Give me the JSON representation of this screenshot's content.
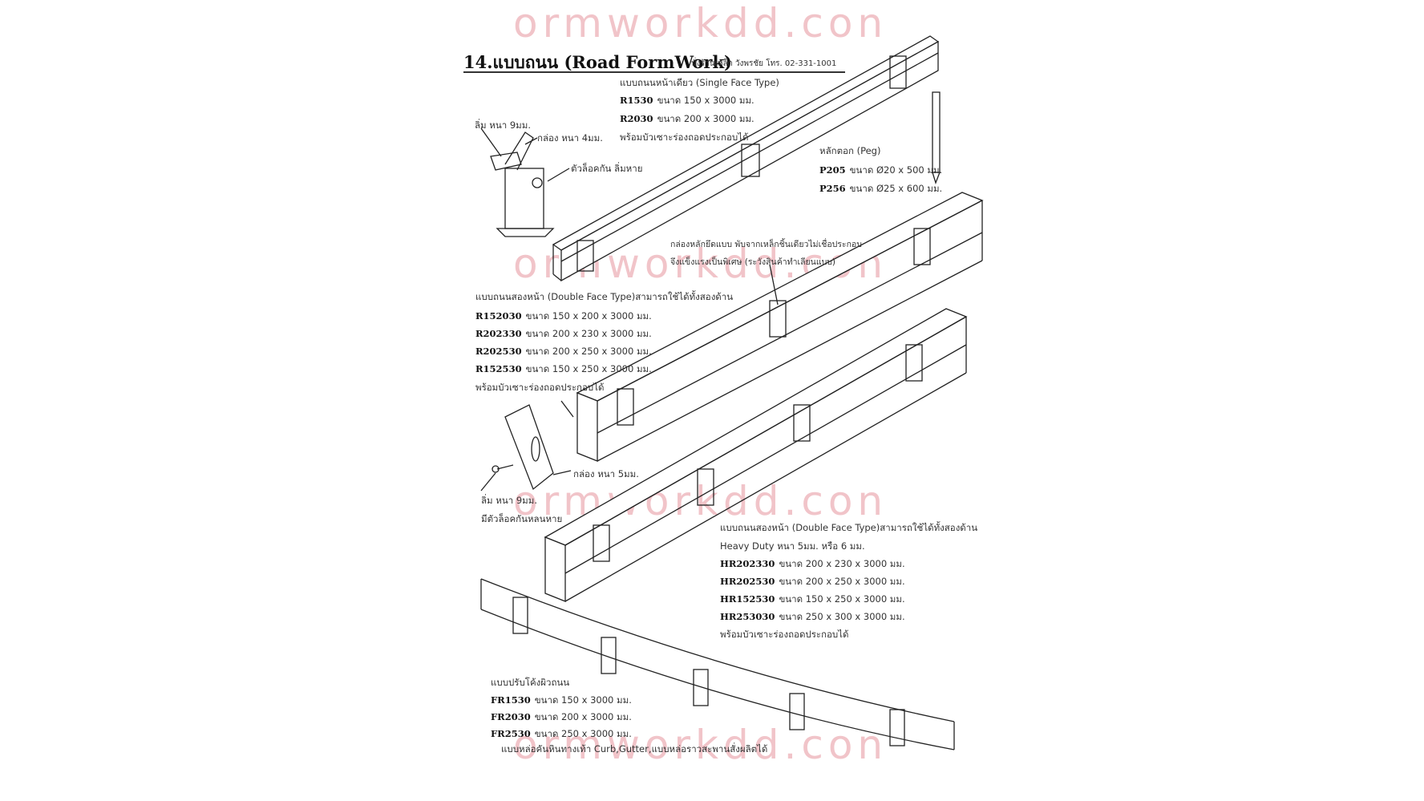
{
  "watermark": "ormworkdd.con",
  "header": {
    "title": "14.แบบถนน (Road FormWork)",
    "contact": "นั่งร้านเหล็ก วังพรชัย โทร. 02-331-1001"
  },
  "single_face": {
    "heading": "แบบถนนหน้าเดียว (Single Face Type)",
    "items": [
      {
        "code": "R1530",
        "spec": "ขนาด 150 x 3000 มม."
      },
      {
        "code": "R2030",
        "spec": "ขนาด 200 x 3000 มม."
      }
    ],
    "note": "พร้อมบัวเซาะร่องถอดประกอบได้",
    "callouts": [
      "ลิ่ม หนา 9มม.",
      "กล่อง หนา 4มม.",
      "ตัวล็อคกัน ลิ่มหาย"
    ]
  },
  "peg": {
    "heading": "หลักตอก (Peg)",
    "items": [
      {
        "code": "P205",
        "spec": "ขนาด Ø20 x 500 มม."
      },
      {
        "code": "P256",
        "spec": "ขนาด Ø25 x 600 มม."
      }
    ]
  },
  "box_note": [
    "กล่องหลักยึดแบบ พับจากเหล็กชิ้นเดียวไม่เชื่อประกอบ",
    "จึงแข็งแรงเป็นพิเศษ (ระวังสินค้าทำเลียนแบบ)"
  ],
  "double_face": {
    "heading": "แบบถนนสองหน้า (Double Face Type)สามารถใช้ได้ทั้งสองด้าน",
    "items": [
      {
        "code": "R152030",
        "spec": "ขนาด 150 x 200 x 3000 มม."
      },
      {
        "code": "R202330",
        "spec": "ขนาด 200 x 230 x 3000 มม."
      },
      {
        "code": "R202530",
        "spec": "ขนาด 200 x 250 x 3000 มม."
      },
      {
        "code": "R152530",
        "spec": "ขนาด 150 x 250 x 3000 มม."
      }
    ],
    "note": "พร้อมบัวเซาะร่องถอดประกอบได้",
    "callouts": [
      "กล่อง หนา 5มม.",
      "ลิ่ม หนา 9มม.",
      "มีตัวล็อคกันหลนหาย"
    ]
  },
  "heavy_duty": {
    "heading": "แบบถนนสองหน้า (Double Face Type)สามารถใช้ได้ทั้งสองด้าน",
    "subheading": "Heavy Duty หนา 5มม. หรือ 6 มม.",
    "items": [
      {
        "code": "HR202330",
        "spec": "ขนาด 200 x 230 x 3000 มม."
      },
      {
        "code": "HR202530",
        "spec": "ขนาด 200 x 250 x 3000 มม."
      },
      {
        "code": "HR152530",
        "spec": "ขนาด 150 x 250 x 3000 มม."
      },
      {
        "code": "HR253030",
        "spec": "ขนาด 250 x 300 x 3000 มม."
      }
    ],
    "note": "พร้อมบัวเซาะร่องถอดประกอบได้"
  },
  "flexible": {
    "heading": "แบบปรับโค้งผิวถนน",
    "items": [
      {
        "code": "FR1530",
        "spec": "ขนาด 150 x 3000 มม."
      },
      {
        "code": "FR2030",
        "spec": "ขนาด 200 x 3000 มม."
      },
      {
        "code": "FR2530",
        "spec": "ขนาด 250 x 3000 มม."
      }
    ],
    "footer": "แบบหล่อคันหินทางเท้า Curb,Gutter,แบบหล่อราวสะพานสั่งผลิตได้"
  }
}
